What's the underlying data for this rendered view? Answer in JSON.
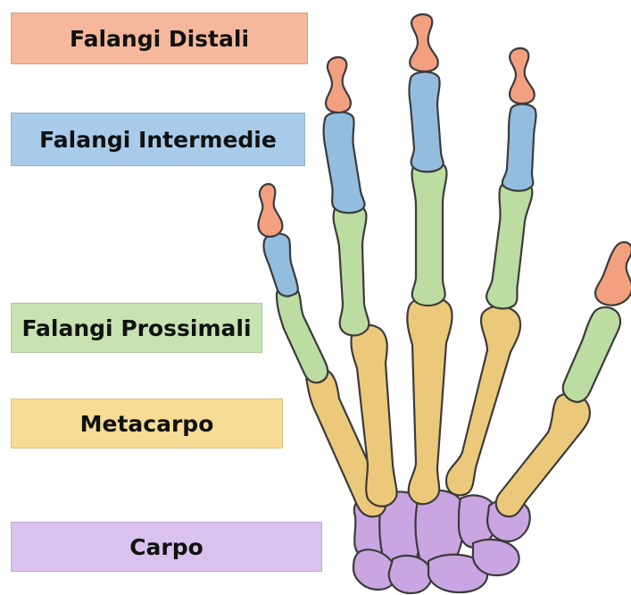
{
  "labels": {
    "distali": "Falangi Distali",
    "intermedie": "Falangi Intermedie",
    "prossimali": "Falangi Prossimali",
    "metacarpo": "Metacarpo",
    "carpo": "Carpo"
  },
  "colors": {
    "distali": "#f3a081",
    "intermedie": "#93bddf",
    "prossimali": "#bcdca1",
    "metacarpo": "#ecc97a",
    "carpo": "#c9a6e2",
    "label_distali": "#f5b89c",
    "label_intermedie": "#a7cbe9",
    "label_prossimali": "#c8e3b1",
    "label_metacarpo": "#f6dc95",
    "label_carpo": "#d9c3ee"
  }
}
